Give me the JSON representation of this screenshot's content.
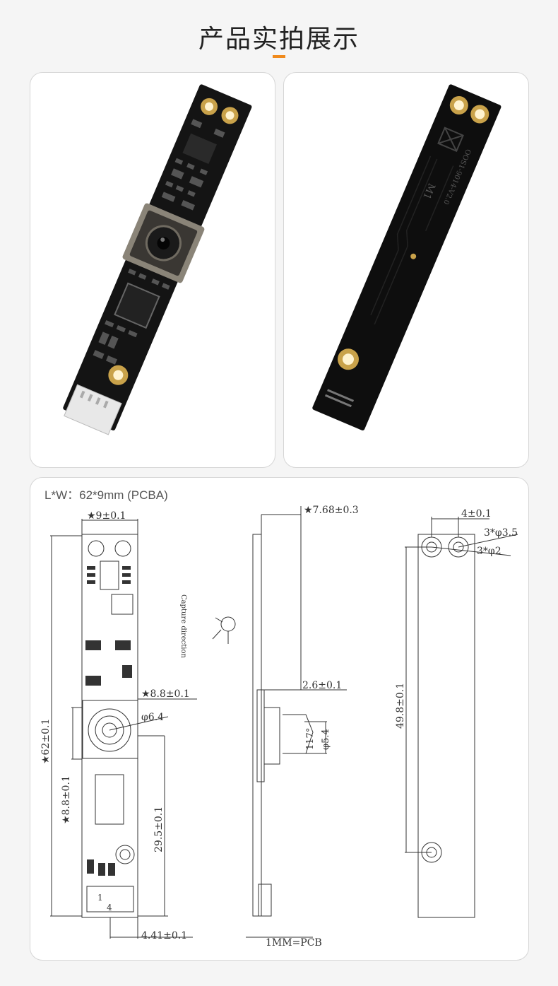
{
  "page": {
    "title": "产品实拍展示",
    "accent_color": "#f08a1c"
  },
  "photos": {
    "front": {
      "icon": "camera-module-front-photo"
    },
    "back": {
      "icon": "camera-module-back-photo",
      "board_marking": "OOS1-9014-V2.0",
      "side_mark": "M1"
    }
  },
  "drawing": {
    "size_label": "L*W：62*9mm (PCBA)",
    "front_view": {
      "width": "★9±0.1",
      "length": "★62±0.1",
      "lens_offset": "★8.8±0.1",
      "lens_size": "★8.8±0.1",
      "lens_diameter": "φ6.4",
      "lens_to_end": "29.5±0.1",
      "bottom_offset": "4.41±0.1",
      "pin_1": "1",
      "pin_4": "4"
    },
    "capture_direction": "Capture direction",
    "side_view": {
      "thickness": "★7.68±0.3",
      "lens_height": "2.6±0.1",
      "fov": "117°",
      "lens_dia": "φ5.4",
      "pcb_note": "1MM=PCB"
    },
    "back_view": {
      "hole_pitch": "4±0.1",
      "pad_dia": "3*φ3.5",
      "hole_dia": "3*φ2",
      "hole_span": "49.8±0.1"
    }
  }
}
